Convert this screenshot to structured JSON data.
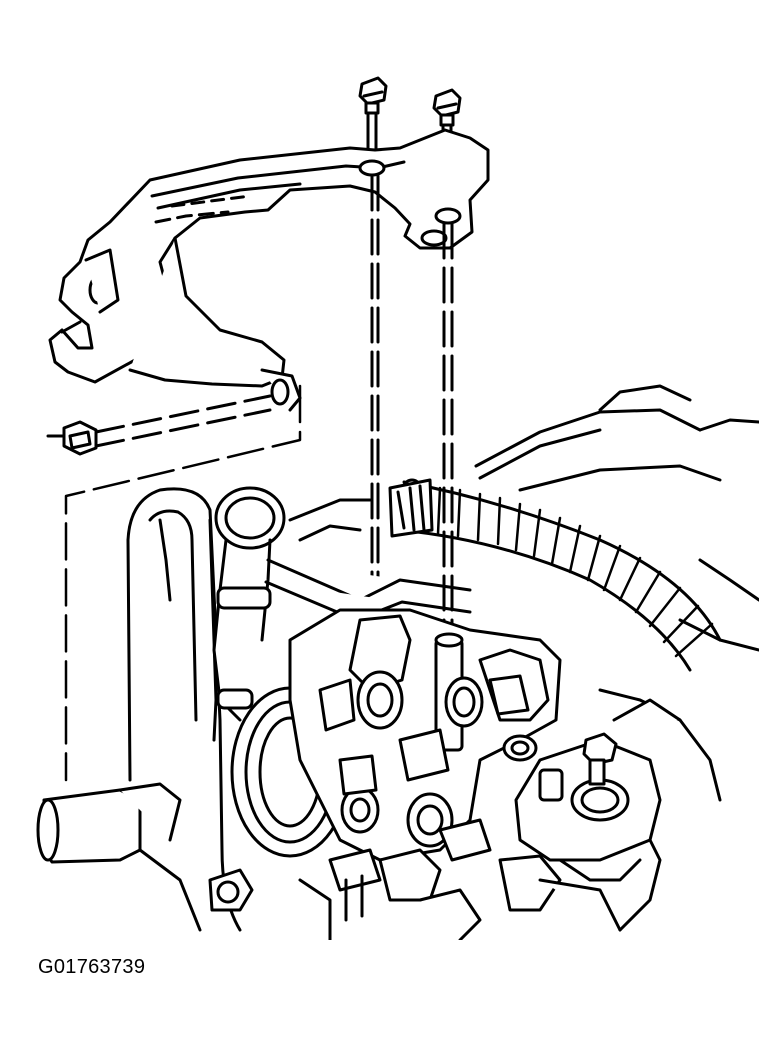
{
  "figure": {
    "id_label": "G01763739"
  },
  "colors": {
    "line": "#000000",
    "background": "#ffffff"
  },
  "parts": {
    "bracket": "mounting-bracket",
    "bolts": [
      "bolt-left",
      "bolt-right"
    ],
    "nut": "hex-nut",
    "hoses": [
      "heater-hose",
      "wiring-harness-conduit"
    ],
    "component": "throttle-body-assembly"
  }
}
